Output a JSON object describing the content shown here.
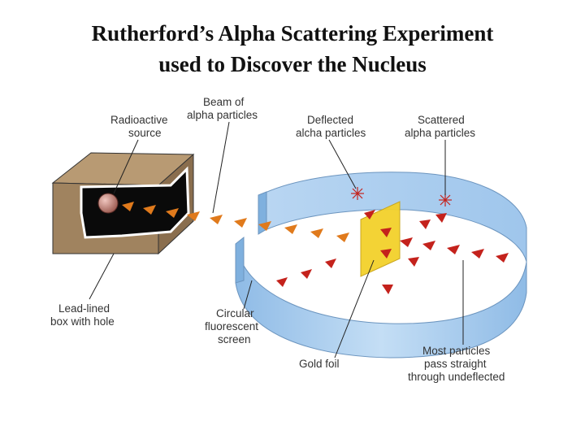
{
  "title": {
    "line1": "Rutherford’s Alpha Scattering Experiment",
    "line2": "used to Discover the Nucleus"
  },
  "labels": {
    "radioactive_source": [
      "Radioactive",
      "source"
    ],
    "beam": [
      "Beam of",
      "alpha particles"
    ],
    "deflected": [
      "Deflected",
      "alcha particles"
    ],
    "scattered": [
      "Scattered",
      "alpha particles"
    ],
    "lead_box": [
      "Lead-lined",
      "box with hole"
    ],
    "screen": [
      "Circular",
      "fluorescent",
      "screen"
    ],
    "gold_foil": [
      "Gold foil"
    ],
    "most_particles": [
      "Most particles",
      "pass straight",
      "through undeflected"
    ]
  },
  "colors": {
    "lead_box": "#a0835f",
    "box_cavity": "#0a0a0a",
    "source_ball": "#c98f86",
    "beam_particle": "#e07a1c",
    "deflected_particle": "#c4221c",
    "screen": "#a9cdee",
    "gold_foil": "#f3d12b"
  }
}
